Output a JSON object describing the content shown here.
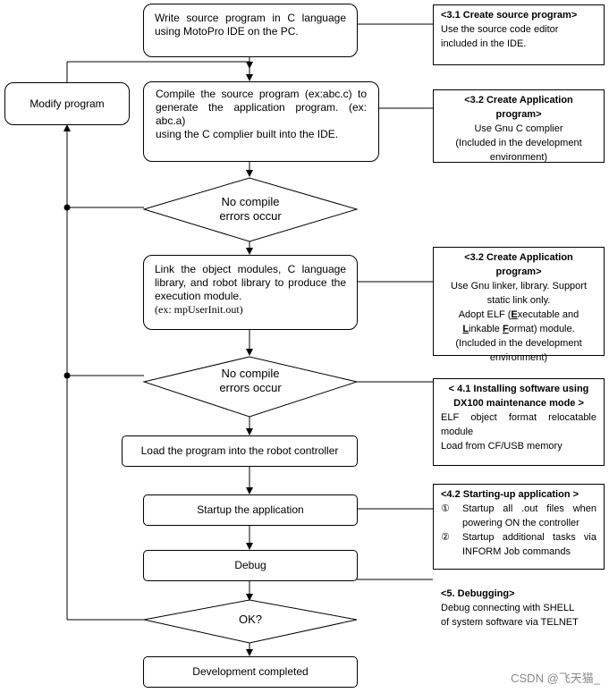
{
  "steps": {
    "write": [
      "Write source program in C language",
      "using MotoPro IDE on the PC."
    ],
    "compile": [
      "Compile the source program (ex:abc.c) to",
      "generate the application program. (ex:",
      "abc.a)",
      "using the C complier built into the IDE."
    ],
    "check1": [
      "No compile",
      "errors occur"
    ],
    "link": [
      "Link the object modules, C language",
      "library, and robot library to produce the",
      "execution module.",
      "(ex: mpUserInit.out)"
    ],
    "check2": [
      "No compile",
      "errors occur"
    ],
    "load": "Load the program into the robot controller",
    "startup": "Startup the application",
    "debug": "Debug",
    "ok": "OK?",
    "done": "Development completed",
    "modify": "Modify program"
  },
  "notes": {
    "n1": {
      "title": "<3.1 Create source program>",
      "lines": [
        "Use the source code editor",
        "included in the IDE."
      ]
    },
    "n2": {
      "title": "<3.2 Create Application program>",
      "lines": [
        "Use Gnu C complier",
        "(Included in the development",
        "environment)"
      ]
    },
    "n3": {
      "title": "<3.2 Create Application program>",
      "lines": [
        "Use Gnu linker, library. Support",
        "static link only."
      ],
      "elf_pre": "Adopt ELF (",
      "elf_e": "E",
      "elf_mid1": "xecutable and",
      "elf_l": "L",
      "elf_mid2": "inkable ",
      "elf_f": "F",
      "elf_post": "ormat) module.",
      "tail": [
        "(Included in the development",
        "environment)"
      ]
    },
    "n4": {
      "title": [
        "< 4.1 Installing software using",
        "DX100 maintenance mode >"
      ],
      "lines": [
        "ELF object format relocatable",
        "module",
        "Load from CF/USB memory"
      ]
    },
    "n5": {
      "title": "<4.2 Starting-up application >",
      "items": [
        {
          "mark": "①",
          "text": "Startup all .out files when powering ON the controller"
        },
        {
          "mark": "②",
          "text": "Startup additional tasks via INFORM Job commands"
        }
      ]
    },
    "n6": {
      "title": "<5. Debugging>",
      "lines": [
        "Debug connecting with SHELL",
        "of system software via TELNET"
      ]
    }
  },
  "watermark": "CSDN @飞天猫_"
}
